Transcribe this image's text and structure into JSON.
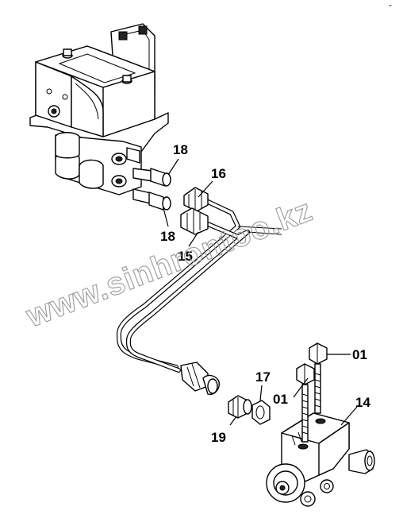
{
  "watermark": "www.sinhrontoo.kz",
  "corner_mark": "-",
  "callouts": [
    {
      "id": "c18a",
      "label": "18"
    },
    {
      "id": "c18b",
      "label": "18"
    },
    {
      "id": "c16",
      "label": "16"
    },
    {
      "id": "c15",
      "label": "15"
    },
    {
      "id": "c17",
      "label": "17"
    },
    {
      "id": "c01a",
      "label": "01"
    },
    {
      "id": "c01b",
      "label": "01"
    },
    {
      "id": "c14",
      "label": "14"
    },
    {
      "id": "c19",
      "label": "19"
    }
  ]
}
